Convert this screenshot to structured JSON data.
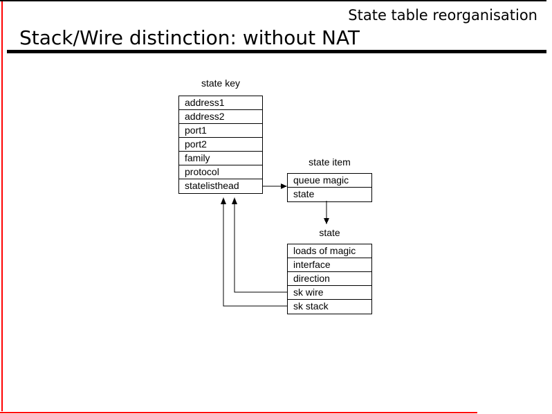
{
  "slide": {
    "corner_label": "State table reorganisation",
    "title": "Stack/Wire distinction: without NAT"
  },
  "diagram": {
    "state_key": {
      "title": "state key",
      "rows": [
        "address1",
        "address2",
        "port1",
        "port2",
        "family",
        "protocol",
        "statelisthead"
      ]
    },
    "state_item": {
      "title": "state item",
      "rows": [
        "queue magic",
        "state"
      ]
    },
    "state": {
      "title": "state",
      "rows": [
        "loads of magic",
        "interface",
        "direction",
        "sk wire",
        "sk stack"
      ]
    }
  },
  "colors": {
    "accent_red": "#ff0000",
    "line_black": "#000000",
    "background": "#ffffff"
  }
}
